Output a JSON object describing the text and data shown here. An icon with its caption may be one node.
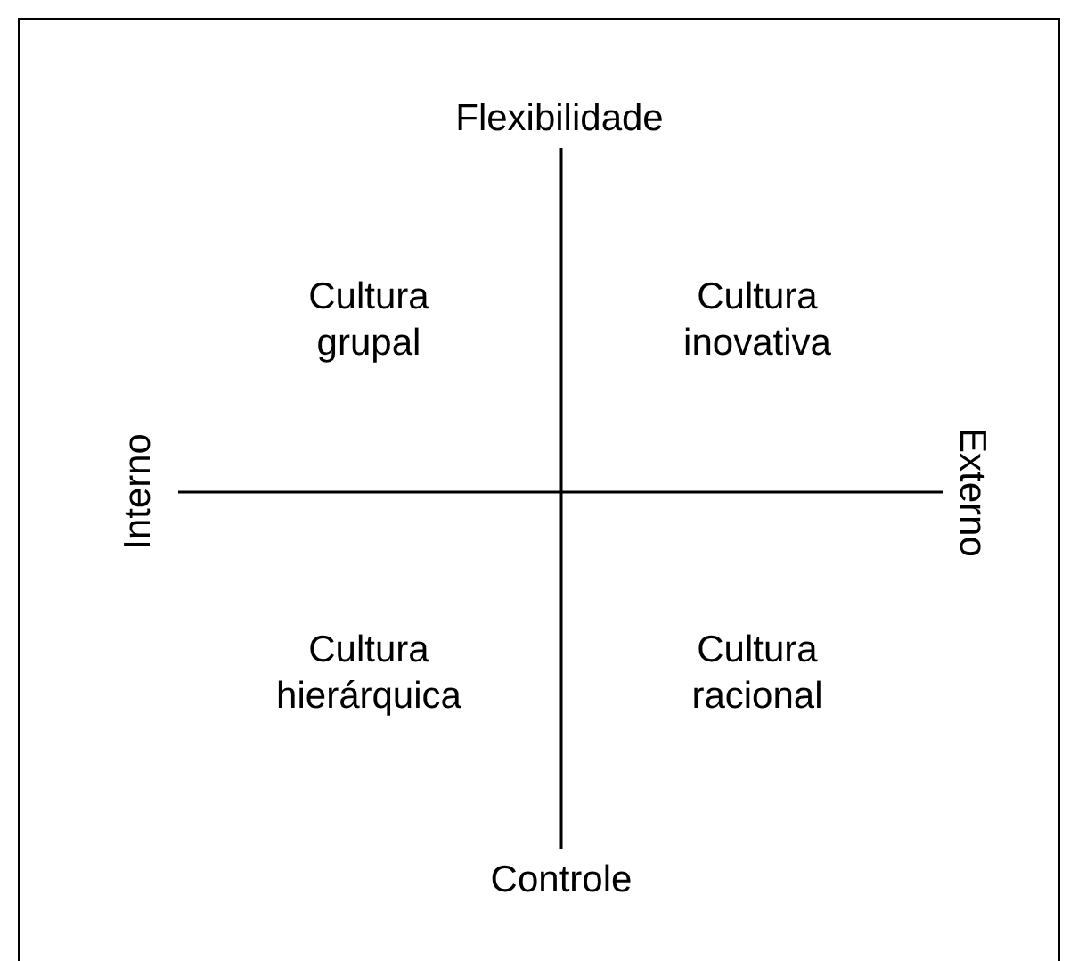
{
  "diagram": {
    "labels": [
      "Flexibilidade",
      "Cultura grupal",
      "Cultura inovativa",
      "Interno",
      "Externo",
      "Cultura hierárquica",
      "Cultura racional",
      "Controle"
    ]
  }
}
